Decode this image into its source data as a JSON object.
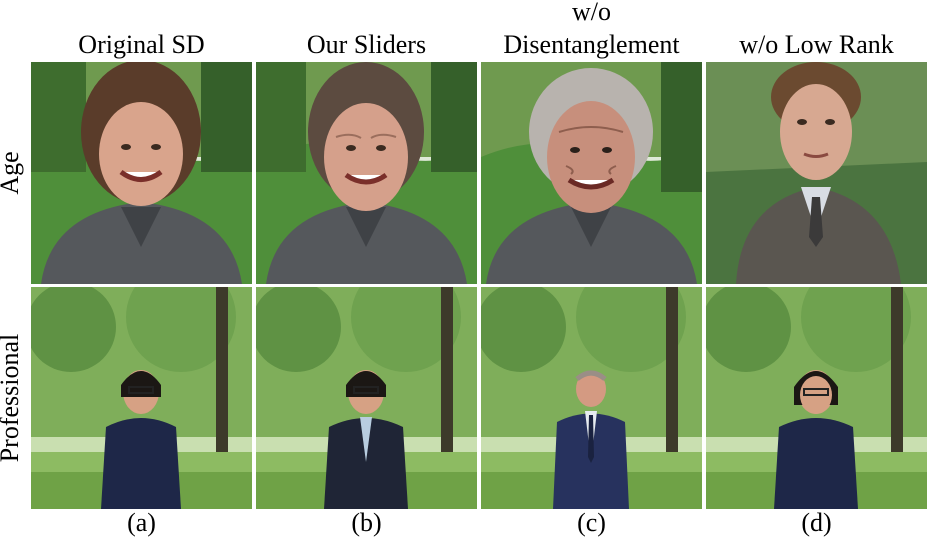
{
  "columns": [
    {
      "title_line1": "",
      "title_line2": "Original SD",
      "caption": "(a)"
    },
    {
      "title_line1": "",
      "title_line2": "Our Sliders",
      "caption": "(b)"
    },
    {
      "title_line1": "w/o",
      "title_line2": "Disentanglement",
      "caption": "(c)"
    },
    {
      "title_line1": "",
      "title_line2": "w/o Low Rank",
      "caption": "(d)"
    }
  ],
  "rows": [
    {
      "label": "Age"
    },
    {
      "label": "Professional"
    }
  ],
  "colors": {
    "grass": "#4f8f3a",
    "foliage": "#7fae5a",
    "sky": "#dfe9d8",
    "shirt_gray": "#55585c",
    "jacket_navy": "#1e2748",
    "skin": "#d9a48c"
  }
}
